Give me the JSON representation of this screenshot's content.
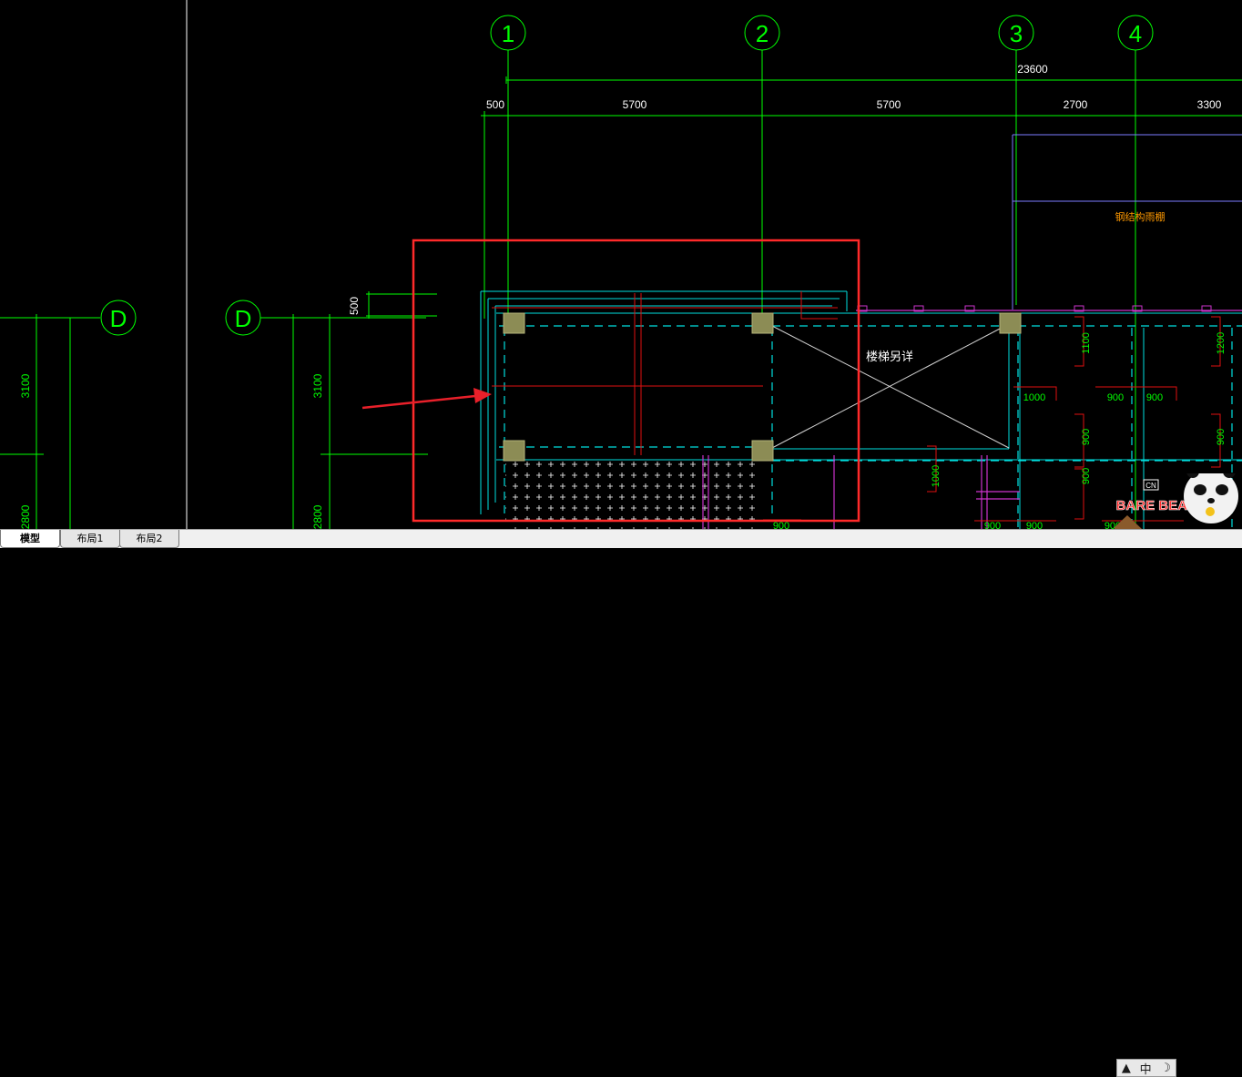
{
  "grid_axes": {
    "columns": [
      {
        "label": "1"
      },
      {
        "label": "2"
      },
      {
        "label": "3"
      },
      {
        "label": "4"
      }
    ],
    "rows": [
      {
        "label": "D"
      },
      {
        "label": "D"
      }
    ]
  },
  "dimensions": {
    "overall": "23600",
    "spans": [
      "500",
      "5700",
      "5700",
      "2700",
      "3300"
    ],
    "side_offset": "500",
    "left_vertical_a": [
      "3100",
      "2800"
    ],
    "left_vertical_b": [
      "3100",
      "2800"
    ]
  },
  "annotations": {
    "stair_note": "楼梯另详",
    "canopy_note": "钢结构雨棚"
  },
  "beam_marks": {
    "vertical": [
      "1100",
      "1200",
      "900",
      "900",
      "900",
      "1000"
    ],
    "horizontal": [
      "1000",
      "900",
      "900",
      "900",
      "900",
      "900",
      "900"
    ]
  },
  "tabs": [
    {
      "label": "模型",
      "active": true
    },
    {
      "label": "布局1",
      "active": false
    },
    {
      "label": "布局2",
      "active": false
    }
  ],
  "ime": {
    "lang": "中",
    "moon": "☽"
  },
  "logo": {
    "brand_text": "We BARE BEARS",
    "network": "CN"
  },
  "colors": {
    "background": "#000000",
    "grid": "#00ff00",
    "highlight_box": "#ff2a2a",
    "arrow": "#e8202a",
    "column": "#8c8c55",
    "wall": "#00e0e0",
    "beam": "#e01010",
    "magenta": "#cc33cc",
    "canopy": "#ff9900"
  }
}
